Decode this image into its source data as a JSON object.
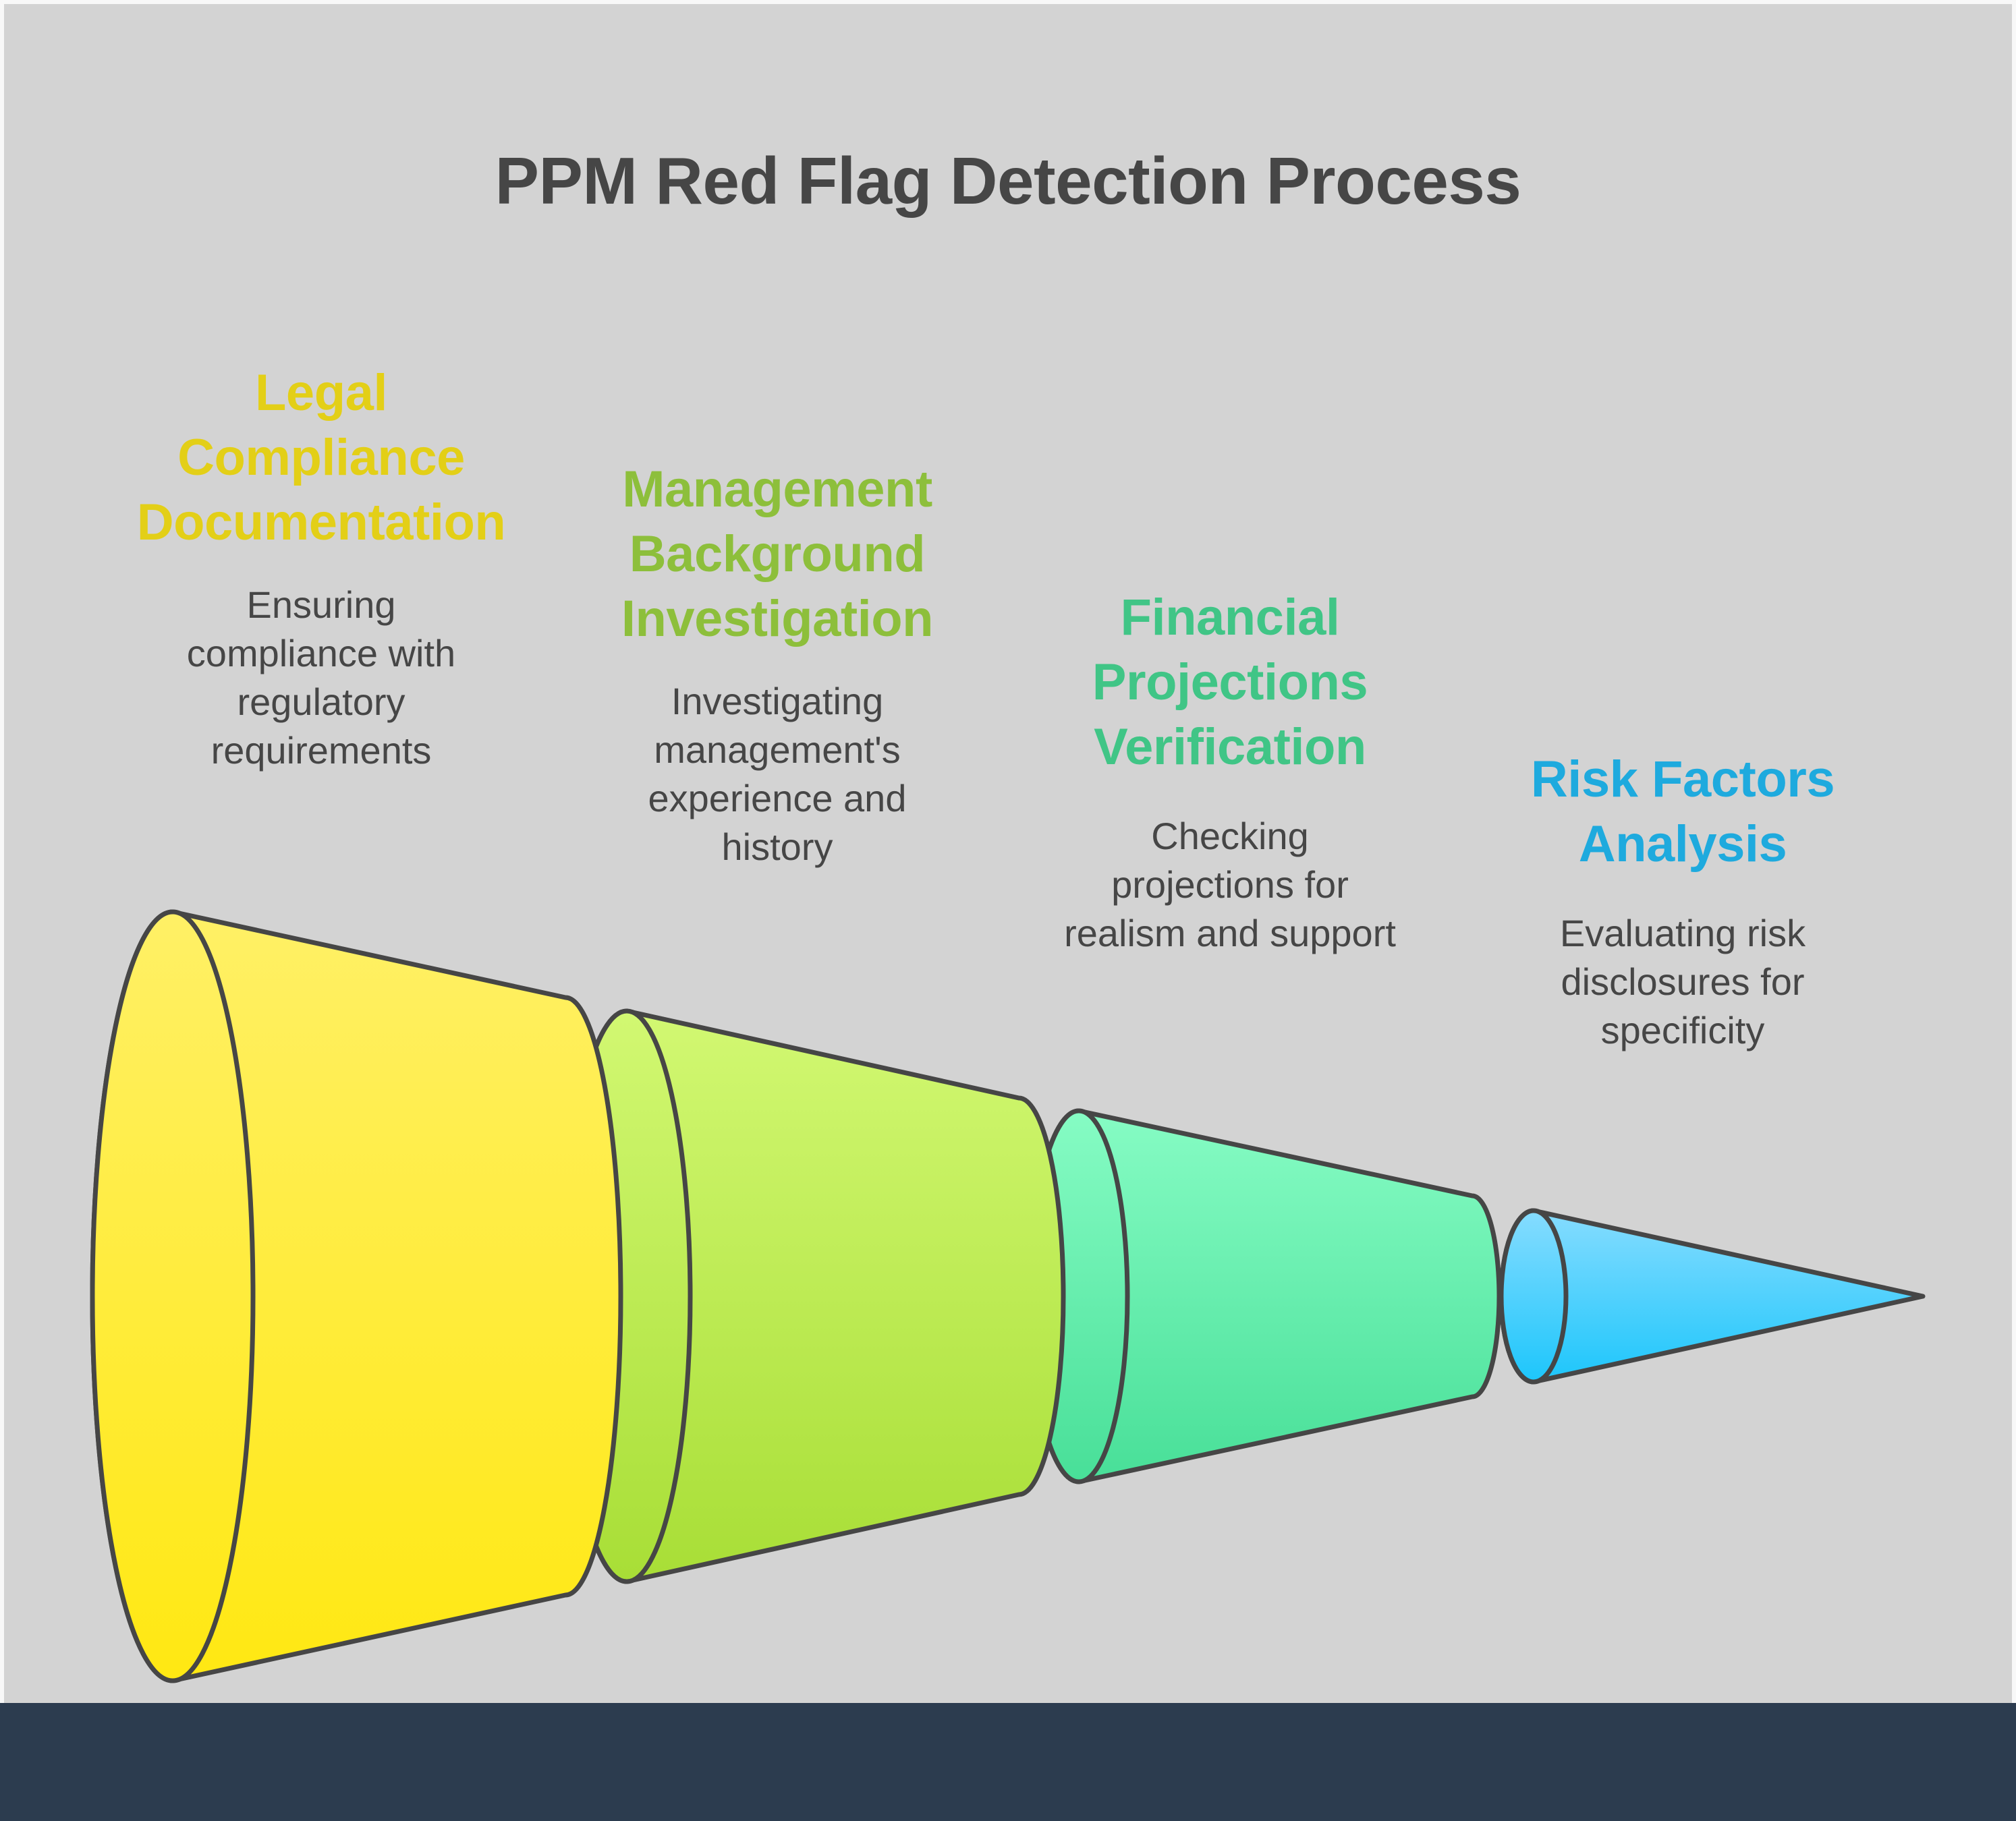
{
  "title": "PPM Red Flag Detection Process",
  "stages": [
    {
      "heading_lines": [
        "Legal",
        "Compliance",
        "Documentation"
      ],
      "description_lines": [
        "Ensuring",
        "compliance with",
        "regulatory",
        "requirements"
      ],
      "color": "#e3cf17",
      "fill_top": "#fff066",
      "fill_bottom": "#ffe812"
    },
    {
      "heading_lines": [
        "Management",
        "Background",
        "Investigation"
      ],
      "description_lines": [
        "Investigating",
        "management's",
        "experience and",
        "history"
      ],
      "color": "#8dbf3b",
      "fill_top": "#d2f872",
      "fill_bottom": "#a8de36"
    },
    {
      "heading_lines": [
        "Financial",
        "Projections",
        "Verification"
      ],
      "description_lines": [
        "Checking",
        "projections for",
        "realism and support"
      ],
      "color": "#40c586",
      "fill_top": "#86fcc4",
      "fill_bottom": "#48df98"
    },
    {
      "heading_lines": [
        "Risk Factors",
        "Analysis"
      ],
      "description_lines": [
        "Evaluating risk",
        "disclosures for",
        "specificity"
      ],
      "color": "#1eaade",
      "fill_top": "#86dcff",
      "fill_bottom": "#1dc6fb"
    }
  ],
  "colors": {
    "background": "#d3d3d3",
    "footer": "#2c3c4f",
    "text": "#464646",
    "outline": "#464646"
  }
}
